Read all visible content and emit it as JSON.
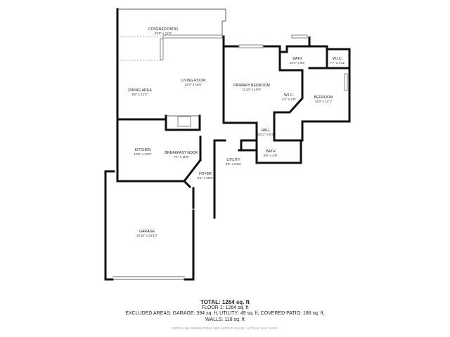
{
  "rooms": [
    {
      "label": "COVERED PATIO",
      "dims": "23'8\" x 11'0\""
    },
    {
      "label": "LIVING ROOM",
      "dims": "13'4\" x 19'5\""
    },
    {
      "label": "DINING AREA",
      "dims": "9'8\" x 12'2\""
    },
    {
      "label": "PRIMARY BEDROOM",
      "dims": "11'10\" x 18'8\""
    },
    {
      "label": "BATH",
      "dims": "10'1\" x 8'2\""
    },
    {
      "label": "W.I.C.",
      "dims": "7'7\" x 4'11\""
    },
    {
      "label": "W.I.C.",
      "dims": "4'1\" x 7'6\""
    },
    {
      "label": "BEDROOM",
      "dims": "11'6\" x 11'1\""
    },
    {
      "label": "HALL",
      "dims": "16'11\" x 6'4\""
    },
    {
      "label": "KITCHEN",
      "dims": "10'5\" x 13'8\""
    },
    {
      "label": "BREAKFAST NOOK",
      "dims": "7'1\" x 11'6\""
    },
    {
      "label": "UTILITY",
      "dims": "8'6\" x 6'10\""
    },
    {
      "label": "BATH",
      "dims": "9'8\" x 4'9\""
    },
    {
      "label": "FOYER",
      "dims": "6'1\" x 20'2\""
    },
    {
      "label": "GARAGE",
      "dims": "18'10\" x 22'10\""
    }
  ],
  "footer": {
    "total": "TOTAL: 1264 sq. ft",
    "floor": "FLOOR 1: 1264 sq. ft",
    "excluded": "EXCLUDED AREAS: GARAGE: 394 sq. ft, UTILITY: 49 sq. ft, COVERED PATIO: 186 sq. ft,",
    "walls": "WALLS: 118 sq. ft",
    "disclaimer": "SIZES AND DIMENSIONS ARE APPROXIMATE, ACTUAL MAY VARY."
  }
}
